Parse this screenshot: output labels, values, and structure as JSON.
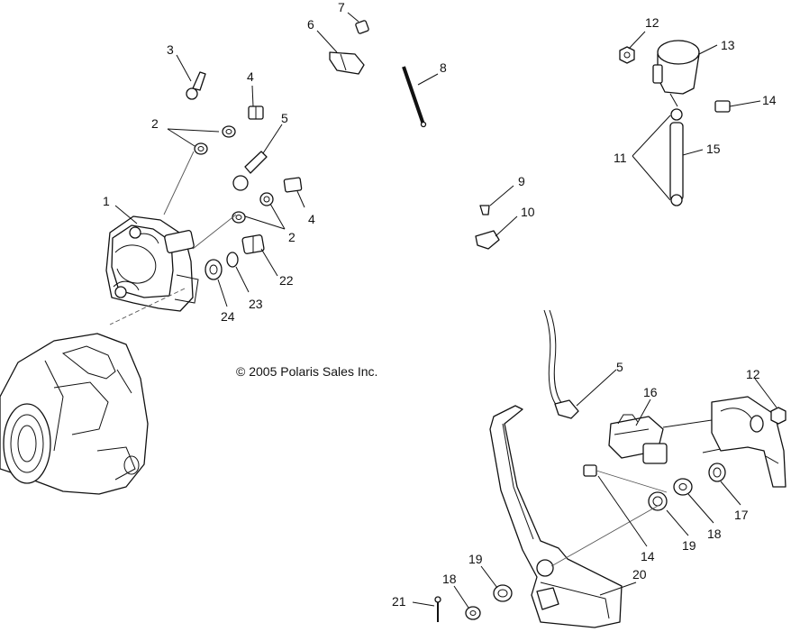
{
  "copyright": "© 2005 Polaris Sales Inc.",
  "callouts": {
    "n1": "1",
    "n2a": "2",
    "n2b": "2",
    "n3": "3",
    "n4a": "4",
    "n4b": "4",
    "n5a": "5",
    "n5b": "5",
    "n6": "6",
    "n7": "7",
    "n8": "8",
    "n9": "9",
    "n10": "10",
    "n11": "11",
    "n12a": "12",
    "n12b": "12",
    "n13": "13",
    "n14a": "14",
    "n14b": "14",
    "n15": "15",
    "n16": "16",
    "n17": "17",
    "n18a": "18",
    "n18b": "18",
    "n19a": "19",
    "n19b": "19",
    "n20": "20",
    "n21": "21",
    "n22": "22",
    "n23": "23",
    "n24": "24"
  }
}
